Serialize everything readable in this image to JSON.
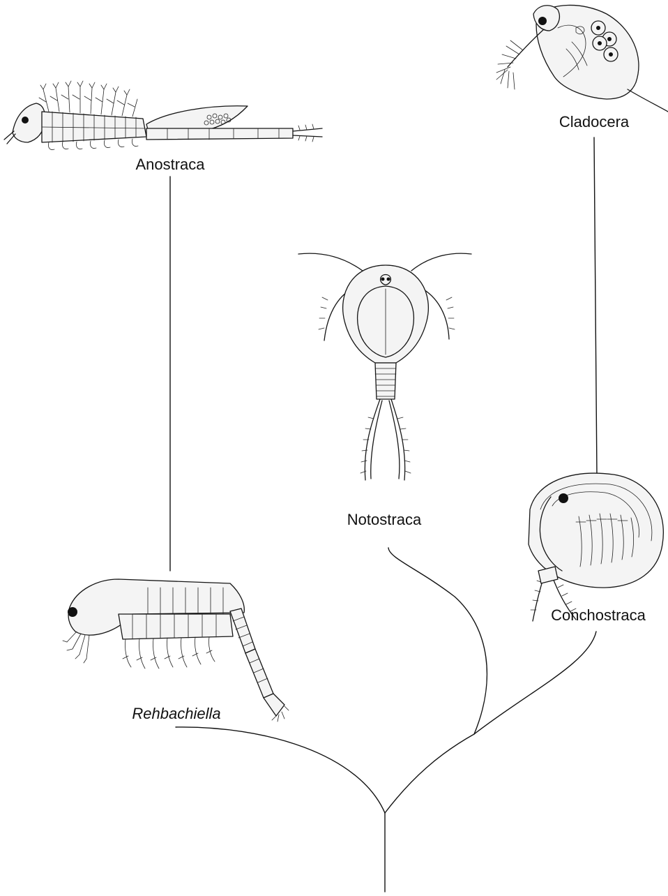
{
  "taxa": {
    "anostraca": {
      "label": "Anostraca",
      "icon": "anostraca-illustration"
    },
    "cladocera": {
      "label": "Cladocera",
      "icon": "cladocera-illustration"
    },
    "notostraca": {
      "label": "Notostraca",
      "icon": "notostraca-illustration"
    },
    "conchostraca": {
      "label": "Conchostraca",
      "icon": "conchostraca-illustration"
    },
    "rehbachiella": {
      "label": "Rehbachiella",
      "icon": "rehbachiella-illustration"
    }
  },
  "style": {
    "line_color": "#111111",
    "background": "#ffffff"
  }
}
